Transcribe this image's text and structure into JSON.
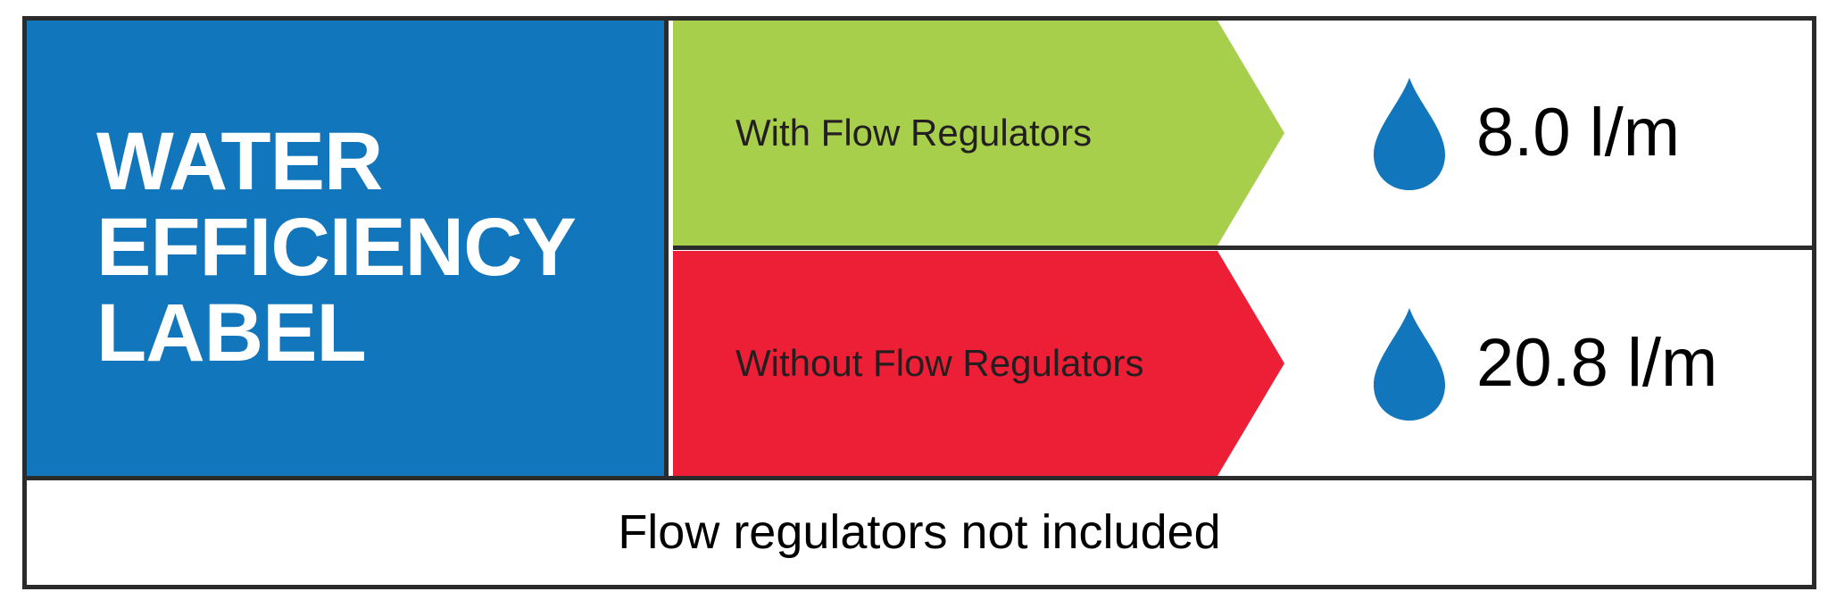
{
  "title": {
    "line1": "WATER",
    "line2": "EFFICIENCY",
    "line3": "LABEL"
  },
  "rows": [
    {
      "label": "With Flow Regulators",
      "value": "8.0 l/m",
      "color": "#a8cf4b",
      "icon": "water-drop-icon"
    },
    {
      "label": "Without Flow Regulators",
      "value": "20.8 l/m",
      "color": "#ec1f36",
      "icon": "water-drop-icon"
    }
  ],
  "footer": {
    "text": "Flow regulators not included"
  },
  "colors": {
    "title_background": "#1176bb",
    "drop": "#1176bb",
    "border": "#2b2b2b"
  }
}
